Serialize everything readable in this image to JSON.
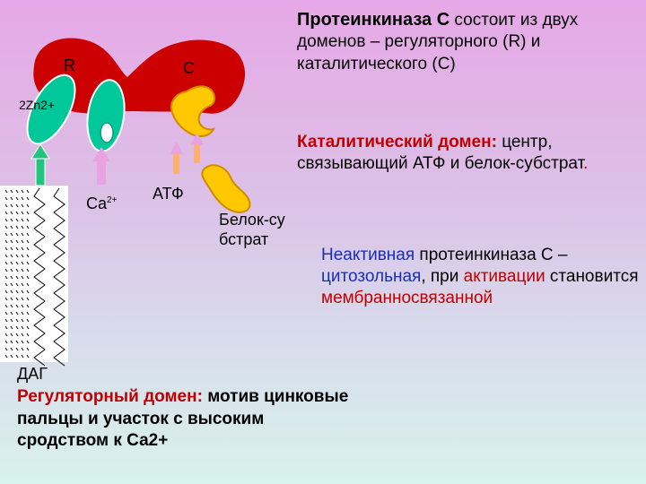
{
  "labels": {
    "r": "R",
    "c": "C",
    "zn": "2Zn2+",
    "ca_base": "Ca",
    "ca_sup": "2+",
    "atp": "АТФ",
    "substrate": "Белок-су\nбстрат",
    "dag": "ДАГ"
  },
  "title": {
    "bold": "Протеинкиназа С",
    "rest": " состоит из двух доменов – регуляторного (R) и каталитического (С)"
  },
  "catalytic": {
    "label": "Каталитический домен:",
    "text": "  центр, связывающий АТФ и белок-субстрат",
    "dot": "."
  },
  "inactive": {
    "p1": "Неактивная",
    "p2": " протеинкиназа С – ",
    "p3": "цитозольная",
    "p4": ", при ",
    "p5": "активации",
    "p6": " становится ",
    "p7": "мембранносвязанной"
  },
  "regulatory": {
    "label": "Регуляторный домен:",
    "text": " мотив цинковые пальцы и участок с высоким сродством к Са2+"
  },
  "colors": {
    "enzyme": "#cc0000",
    "reg_domain": "#00c89a",
    "cat_domain": "#ffc800",
    "arrow_green": "#22c47f",
    "arrow_pink": "#e8a3e0",
    "arrow_orange": "#ffb070"
  }
}
